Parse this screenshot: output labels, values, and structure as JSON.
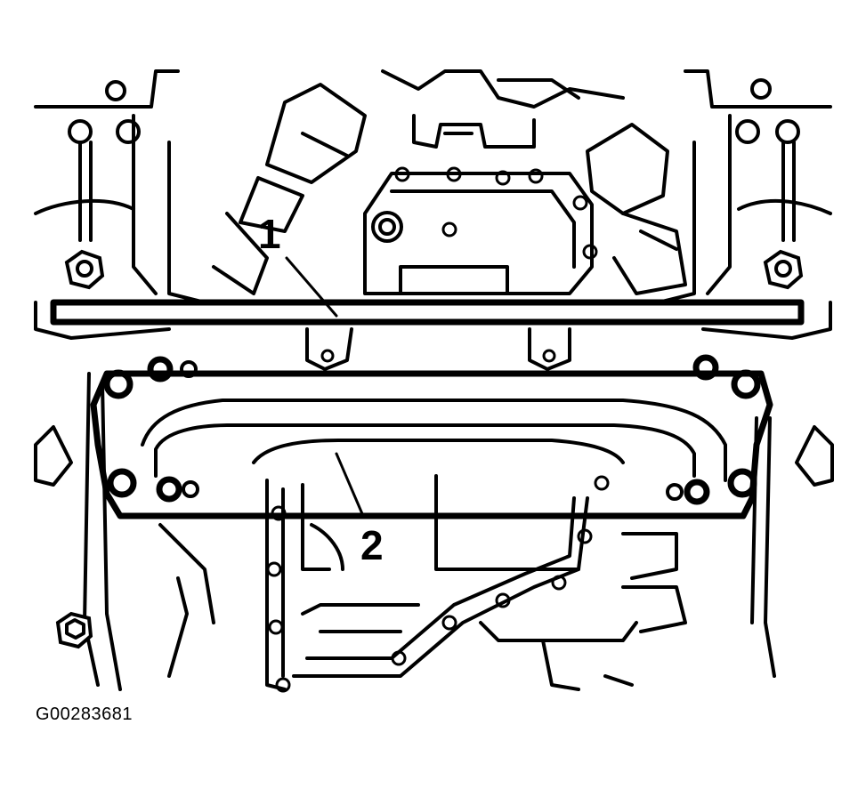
{
  "callouts": [
    {
      "number": "1",
      "target": "engine-support-bar"
    },
    {
      "number": "2",
      "target": "front-crossmember"
    }
  ],
  "figure_id": "G00283681",
  "colors": {
    "ink": "#000000",
    "paper": "#ffffff"
  }
}
